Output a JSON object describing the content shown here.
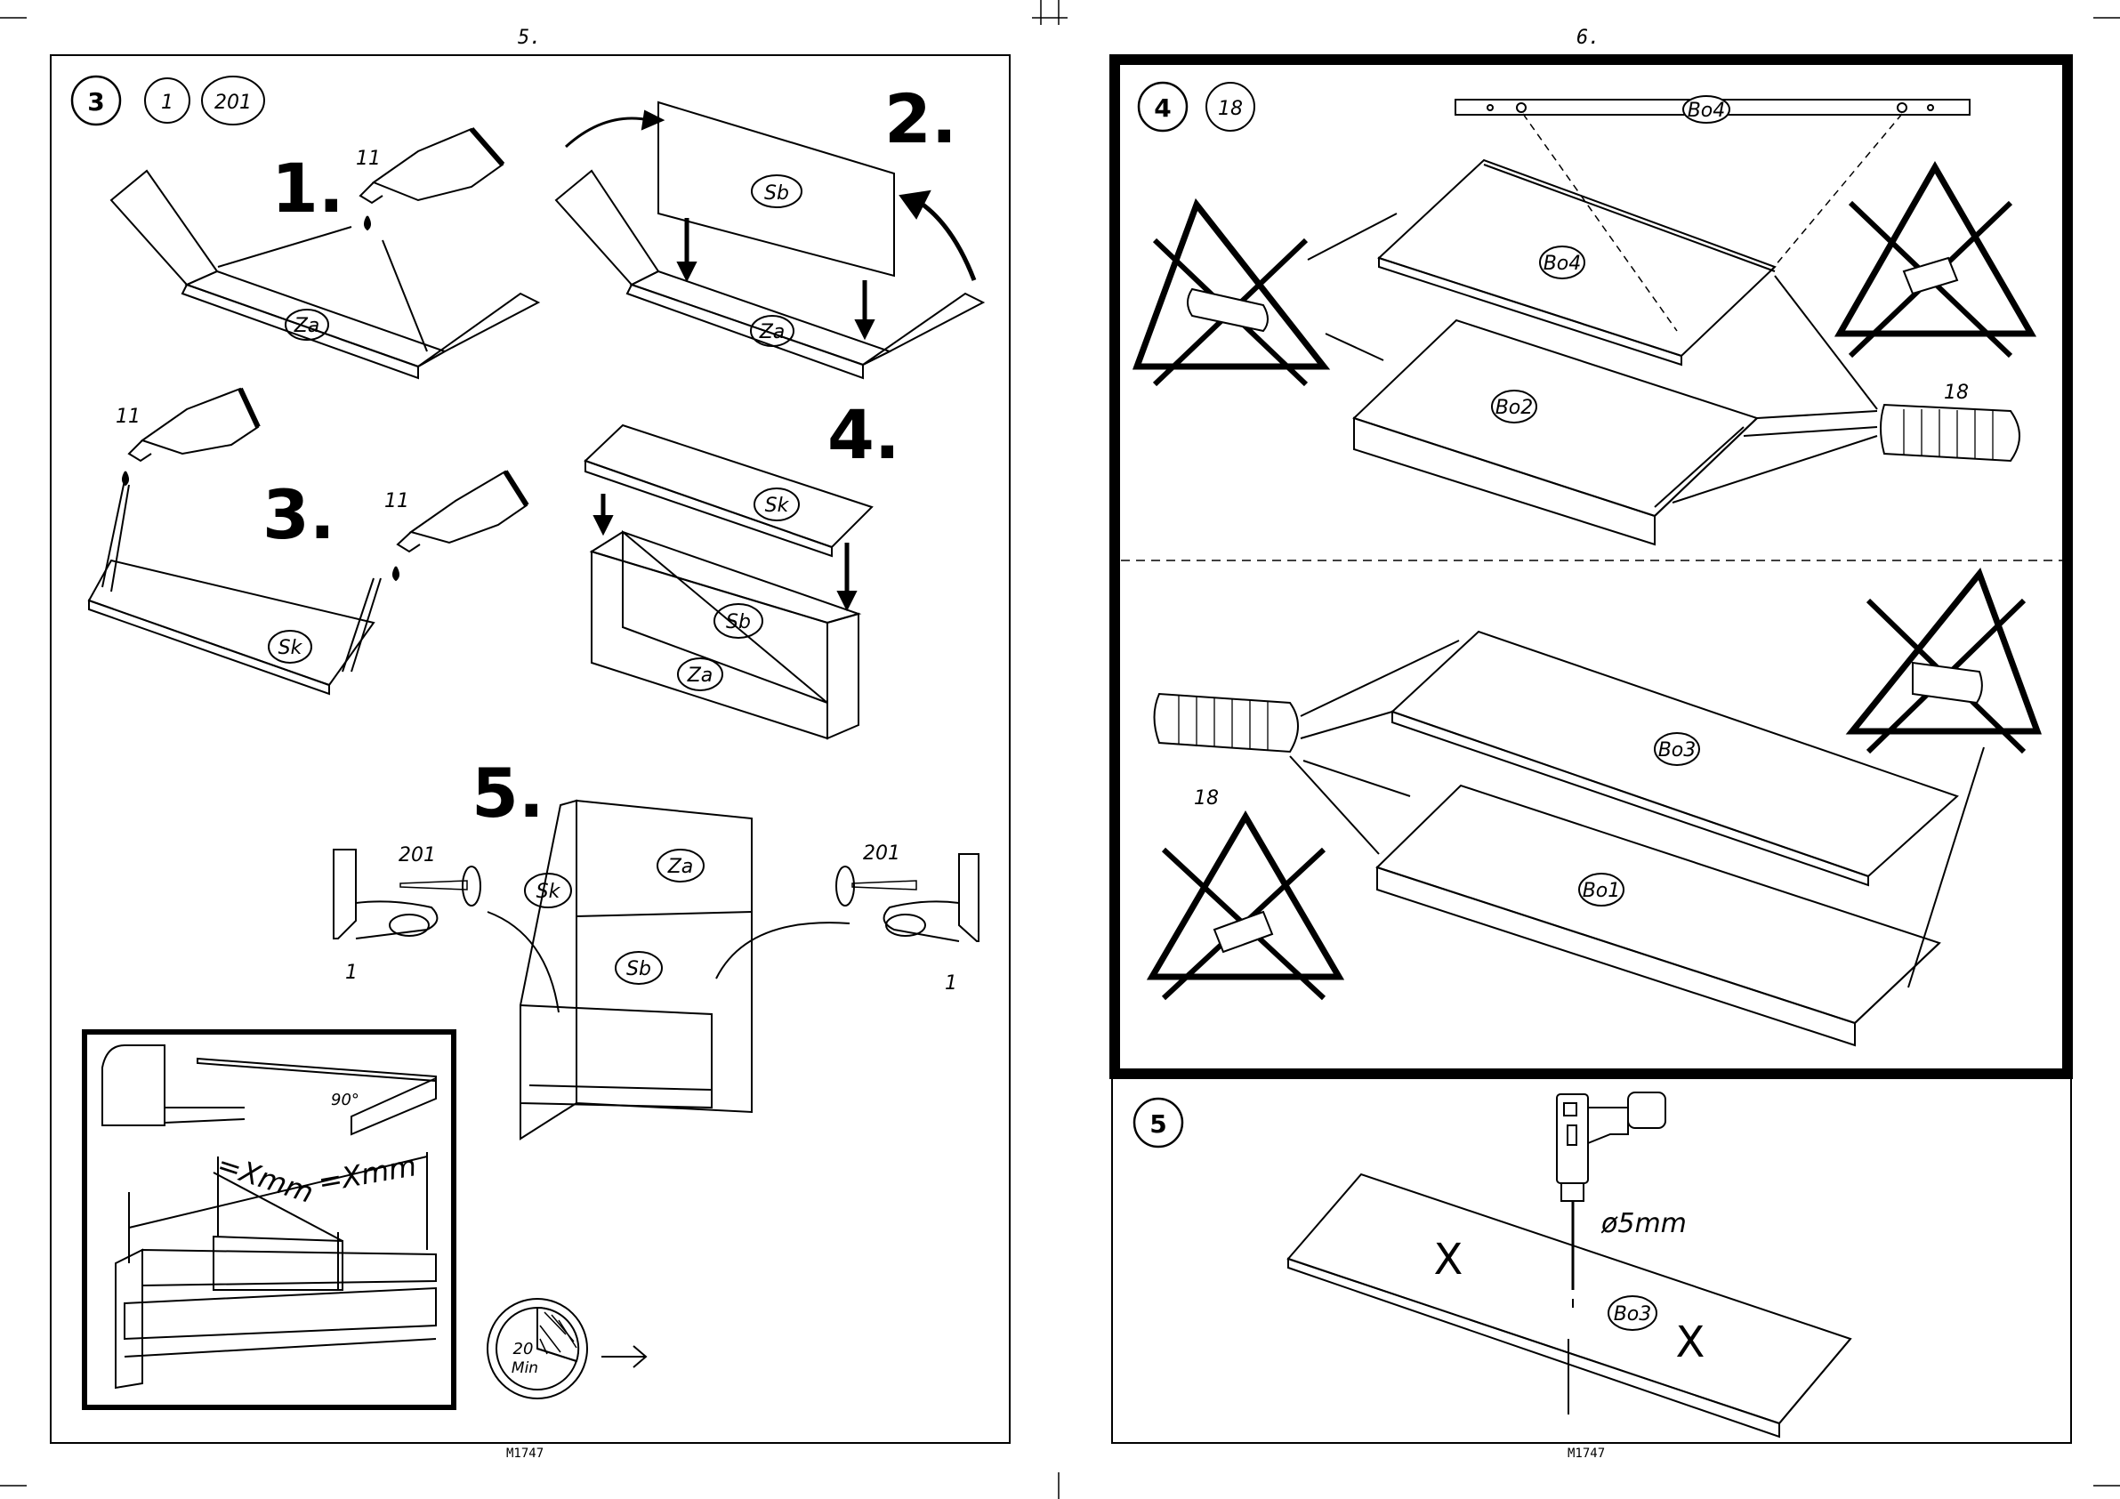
{
  "pages": {
    "left_number": "5.",
    "right_number": "6.",
    "left_footer": "M1747",
    "right_footer": "M1747"
  },
  "step3": {
    "badge": "3",
    "part_refs": [
      "1",
      "201"
    ],
    "substeps": [
      "1.",
      "2.",
      "3.",
      "4.",
      "5."
    ],
    "glue_ref": "11",
    "bracket_ref": "1",
    "screw_ref": "201",
    "panels": {
      "za": "Za",
      "sb": "Sb",
      "sk": "Sk"
    },
    "inset": {
      "angle": "90°",
      "diag_1": "=Xmm",
      "diag_2": "=Xmm"
    },
    "timer": {
      "value": "20",
      "unit": "Min"
    }
  },
  "step4": {
    "badge": "4",
    "part_ref": "18",
    "dowel_ref": "18",
    "panels": {
      "bo4": "Bo4",
      "bo2": "Bo2",
      "bo3": "Bo3",
      "bo1": "Bo1"
    }
  },
  "step5": {
    "badge": "5",
    "drill_size": "ø5mm",
    "panel": "Bo3",
    "mark": "X"
  }
}
